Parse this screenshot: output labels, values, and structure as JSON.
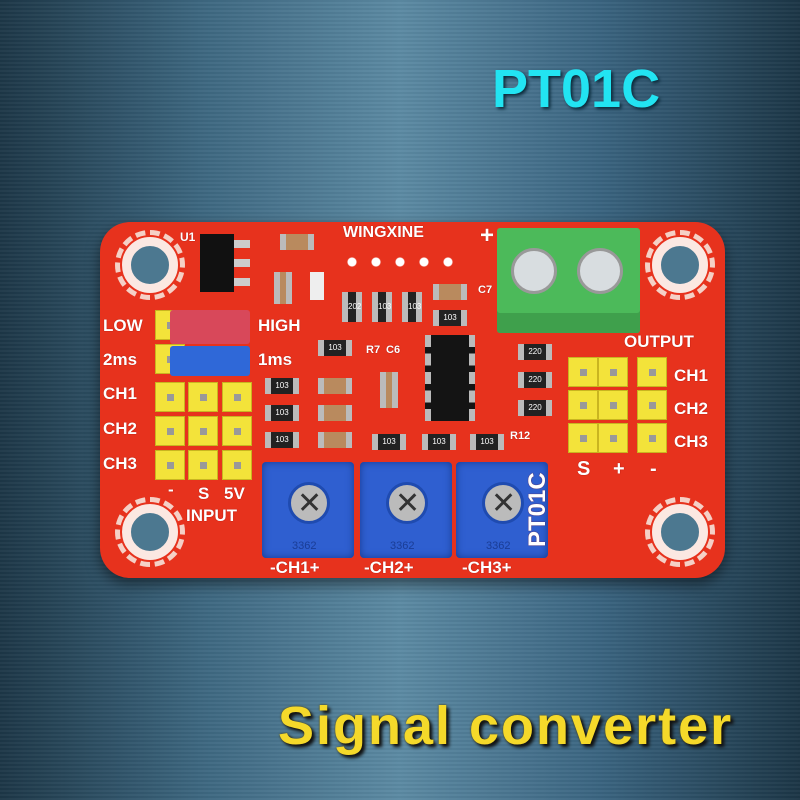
{
  "title": "PT01C",
  "caption": "Signal converter",
  "board": {
    "brand": "WINGXINE",
    "model_vertical": "PT01C",
    "left_labels": [
      "LOW",
      "2ms",
      "CH1",
      "CH2",
      "CH3"
    ],
    "jumper_labels": [
      "HIGH",
      "1ms"
    ],
    "input_pins": [
      "-",
      "S",
      "5V"
    ],
    "input_label": "INPUT",
    "output_label": "OUTPUT",
    "output_channels": [
      "CH1",
      "CH2",
      "CH3"
    ],
    "output_pins": [
      "S",
      "+",
      "-"
    ],
    "pot_labels": [
      "-CH1+",
      "-CH2+",
      "-CH3+"
    ],
    "pot_marking": "3362",
    "parts": {
      "u1": "U1",
      "r7": "R7",
      "c6": "C6",
      "c7": "C7",
      "r12": "R12",
      "plus": "+"
    },
    "resistor_codes": [
      "202",
      "103",
      "103",
      "103",
      "103",
      "103",
      "103",
      "103",
      "103",
      "103",
      "220",
      "220",
      "220"
    ]
  },
  "colors": {
    "title": "#22e4f2",
    "caption": "#f5d92a",
    "pcb": "#e7321d",
    "terminal": "#4cba5a",
    "pot": "#2f5fd0",
    "header": "#f3e33a"
  }
}
